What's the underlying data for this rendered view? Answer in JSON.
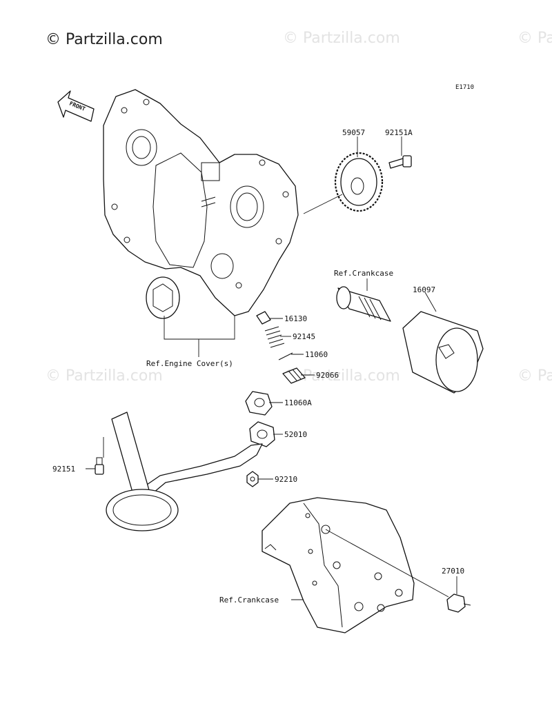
{
  "watermark": {
    "main": "© Partzilla.com",
    "faint": "© Partzilla.com"
  },
  "diagram": {
    "code": "E1710",
    "front_label": "FRONT",
    "callouts": {
      "p59057": "59057",
      "p92151a": "92151A",
      "ref_crankcase_top": "Ref.Crankcase",
      "p16097": "16097",
      "p16130": "16130",
      "p92145": "92145",
      "p11060": "11060",
      "p92066": "92066",
      "ref_engine_cover": "Ref.Engine Cover(s)",
      "p11060a": "11060A",
      "p52010": "52010",
      "p92151": "92151",
      "p92210": "92210",
      "p27010": "27010",
      "ref_crankcase_bottom": "Ref.Crankcase"
    }
  }
}
